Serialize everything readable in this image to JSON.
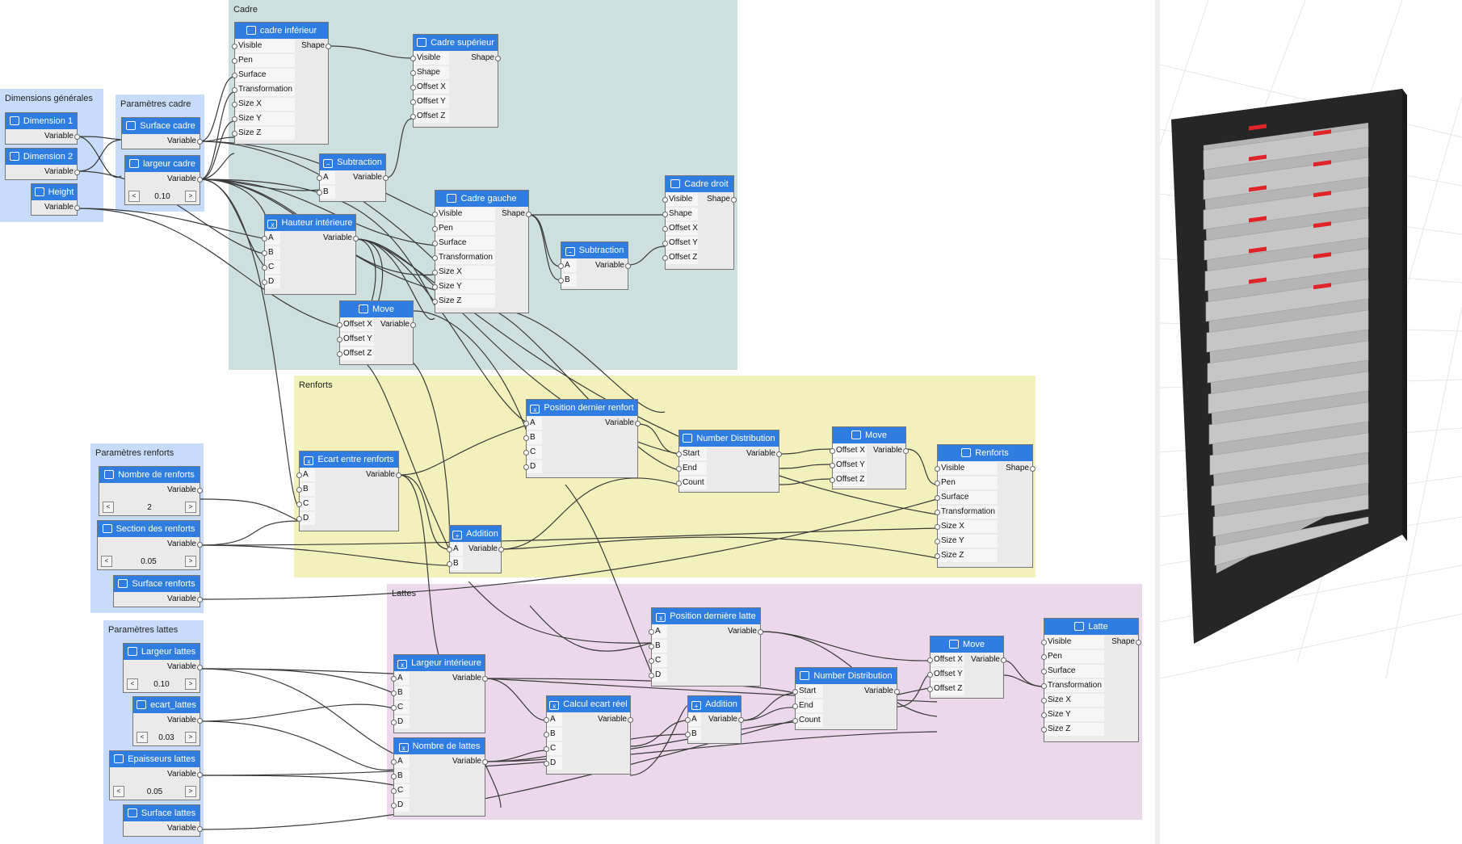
{
  "groups": {
    "dimensions": "Dimensions générales",
    "cadre_params": "Paramètres cadre",
    "cadre": "Cadre",
    "renforts": "Renforts",
    "renforts_params": "Paramètres renforts",
    "lattes_params": "Paramètres lattes",
    "lattes": "Lattes"
  },
  "ports": {
    "visible": "Visible",
    "pen": "Pen",
    "surface": "Surface",
    "transformation": "Transformation",
    "size_x": "Size X",
    "size_y": "Size Y",
    "size_z": "Size Z",
    "shape": "Shape",
    "variable": "Variable",
    "offset_x": "Offset X",
    "offset_y": "Offset Y",
    "offset_z": "Offset Z",
    "a": "A",
    "b": "B",
    "c": "C",
    "d": "D",
    "start": "Start",
    "end": "End",
    "count": "Count"
  },
  "nodes": {
    "dimension1": "Dimension 1",
    "dimension2": "Dimension 2",
    "height": "Height",
    "surface_cadre": "Surface cadre",
    "largeur_cadre": "largeur cadre",
    "largeur_cadre_value": "0.10",
    "cadre_inferieur": "cadre inférieur",
    "cadre_superieur": "Cadre supérieur",
    "subtraction": "Subtraction",
    "hauteur_interieure": "Hauteur intérieure",
    "cadre_gauche": "Cadre gauche",
    "cadre_droit": "Cadre droit",
    "move": "Move",
    "nombre_renforts": "Nombre de renforts",
    "nombre_renforts_value": "2",
    "section_renforts": "Section des renforts",
    "section_renforts_value": "0.05",
    "surface_renforts": "Surface renforts",
    "ecart_entre_renforts": "Ecart entre renforts",
    "position_dernier_renfort": "Position dernier renfort",
    "number_distribution": "Number Distribution",
    "addition": "Addition",
    "renforts": "Renforts",
    "largeur_lattes": "Largeur lattes",
    "largeur_lattes_value": "0.10",
    "ecart_lattes": "ecart_lattes",
    "ecart_lattes_value": "0.03",
    "epaisseurs_lattes": "Epaisseurs lattes",
    "epaisseurs_lattes_value": "0.05",
    "surface_lattes": "Surface lattes",
    "largeur_interieure": "Largeur intérieure",
    "nombre_lattes": "Nombre de lattes",
    "calcul_ecart_reel": "Calcul ecart réel",
    "position_derniere_latte": "Position dernière latte",
    "latte": "Latte"
  },
  "steppers": {
    "decrement": "<",
    "increment": ">"
  },
  "colors": {
    "node_header": "#2f7de1",
    "group_cadre": "#cde0df",
    "group_renforts": "#f3f1bb",
    "group_lattes": "#ebd8ea",
    "group_params": "#c8dcf9",
    "frame_dark": "#262626",
    "slat_grey": "#bdbdbd",
    "slat_red_mark": "#e0242a"
  }
}
